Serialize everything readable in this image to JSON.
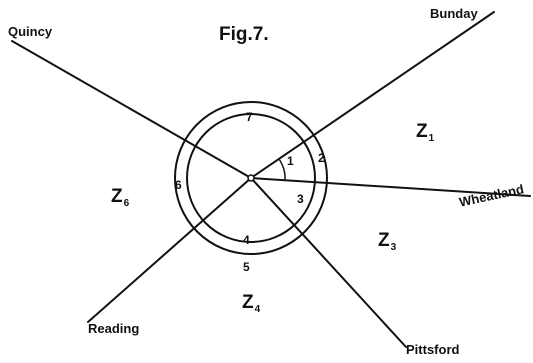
{
  "title": "Fig.7.",
  "towns": {
    "quincy": "Quincy",
    "bunday": "Bunday",
    "wheatland": "Wheatland",
    "pittsford": "Pittsford",
    "reading": "Reading"
  },
  "zones": {
    "z1": {
      "letter": "Z",
      "sub": "1"
    },
    "z3": {
      "letter": "Z",
      "sub": "3"
    },
    "z4": {
      "letter": "Z",
      "sub": "4"
    },
    "z6": {
      "letter": "Z",
      "sub": "6"
    }
  },
  "numbers": {
    "n1": "1",
    "n2": "2",
    "n3": "3",
    "n4": "4",
    "n5": "5",
    "n6": "6",
    "n7": "7"
  },
  "colors": {
    "ink": "#111111",
    "paper": "#ffffff"
  }
}
